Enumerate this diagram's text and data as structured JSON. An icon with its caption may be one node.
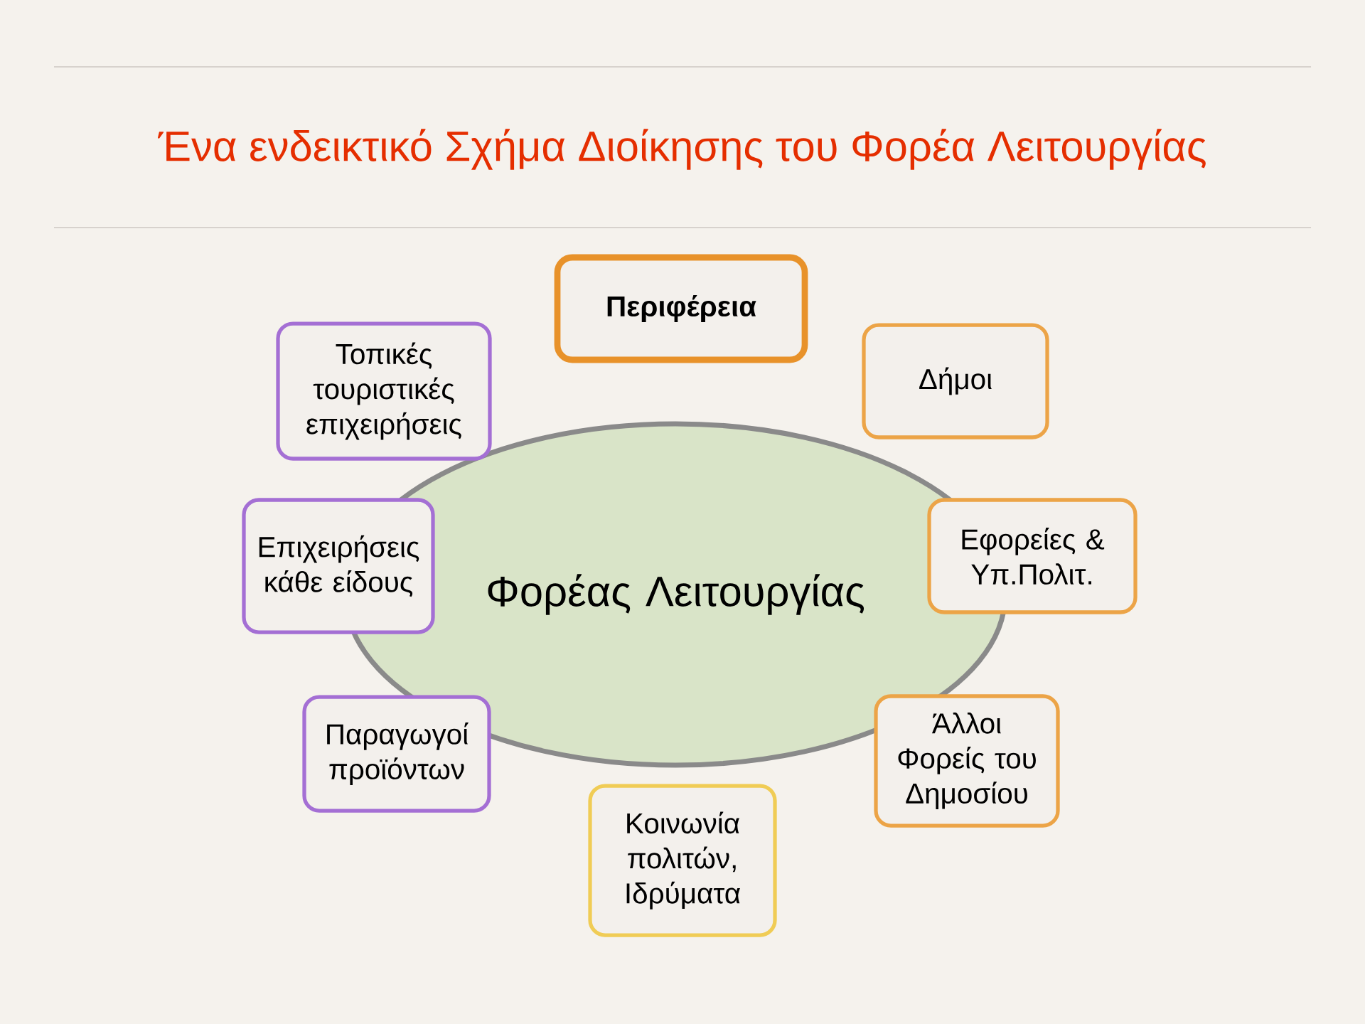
{
  "diagram": {
    "title": "Ένα ενδεικτικό Σχήμα Διοίκησης του Φορέα Λειτουργίας",
    "nodes": [
      {
        "text": [
          "Φορέας Λειτουργίας"
        ]
      },
      {
        "text": [
          "Περιφέρεια"
        ]
      },
      {
        "text": [
          "Δήμοι"
        ]
      },
      {
        "text": [
          "Εφορείες & Υπ.Πολιτ."
        ]
      },
      {
        "text": [
          "Άλλοι Φορείς του Δημοσίου"
        ]
      },
      {
        "text": [
          "Κοινωνία πολιτών, Ιδρύματα"
        ]
      },
      {
        "text": [
          "Παραγωγοί προϊόντων"
        ]
      },
      {
        "text": [
          "Επιχειρήσεις κάθε είδους"
        ]
      },
      {
        "text": [
          "Τοπικές τουριστικές επιχειρήσεις"
        ]
      }
    ],
    "edges": []
  }
}
